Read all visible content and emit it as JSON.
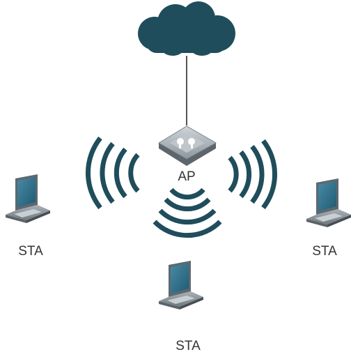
{
  "colors": {
    "cloud": "#1f4d5b",
    "wave": "#1f4d5b",
    "link_line": "#555555",
    "laptop_body": "#8a939a",
    "laptop_screen": "#2e6f8a",
    "ap_body": "#9aa3aa"
  },
  "icons": {
    "cloud": "cloud-icon",
    "access_point": "access-point-icon",
    "laptop": "laptop-icon",
    "wireless_signal": "wireless-signal-icon"
  },
  "labels": {
    "ap": "AP",
    "sta_left": "STA",
    "sta_right": "STA",
    "sta_bottom": "STA"
  }
}
